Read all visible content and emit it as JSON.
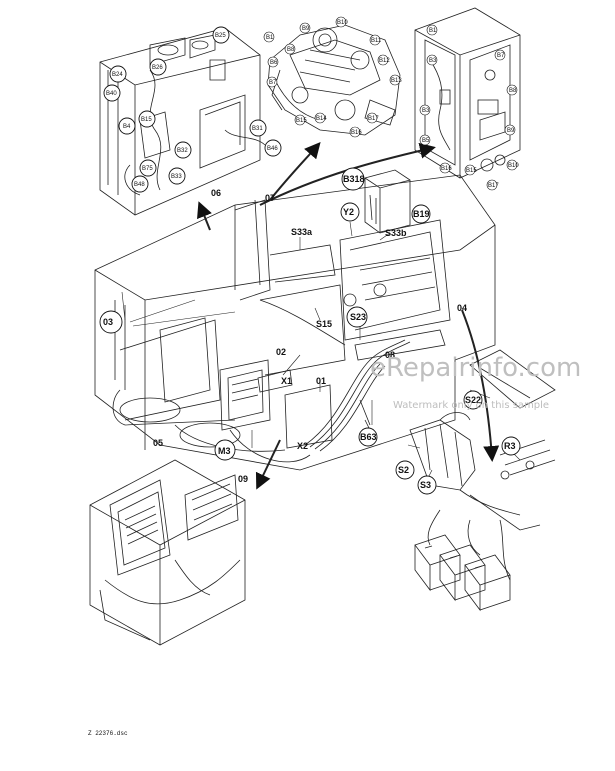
{
  "footer": {
    "filename": "Z 22376.dsc"
  },
  "watermark": {
    "main": "eRepairinfo.com",
    "sub": "Watermark only on this sample"
  },
  "callouts": {
    "c01": "01",
    "c02": "02",
    "c03": "03",
    "c04": "04",
    "c05": "05",
    "c06": "06",
    "c07": "07",
    "c08": "08",
    "c09": "09"
  },
  "labels": {
    "M3": "M3",
    "X1": "X1",
    "X2": "X2",
    "S15": "S15",
    "S23": "S23",
    "S33a": "S33a",
    "S33b": "S33b",
    "Y2": "Y2",
    "B318": "B318",
    "B19": "B19",
    "S22": "S22",
    "B63": "B63",
    "R3": "R3",
    "S2": "S2",
    "S3": "S3",
    "B24": "B24",
    "B25": "B25",
    "B26": "B26",
    "B40": "B40",
    "B15": "B15",
    "B4": "B4",
    "B31": "B31",
    "B32": "B32",
    "B75": "B75",
    "B33": "B33",
    "B46": "B46",
    "B48": "B48"
  },
  "engine_labels": [
    "B1",
    "B6",
    "B7",
    "B8",
    "B9",
    "B10",
    "B11",
    "B12",
    "B13",
    "B14",
    "B15",
    "B16",
    "B17"
  ],
  "panel_labels": [
    "B1",
    "B3",
    "B3",
    "B5",
    "B7",
    "B8",
    "B9",
    "B10",
    "B15",
    "B16",
    "B17"
  ]
}
